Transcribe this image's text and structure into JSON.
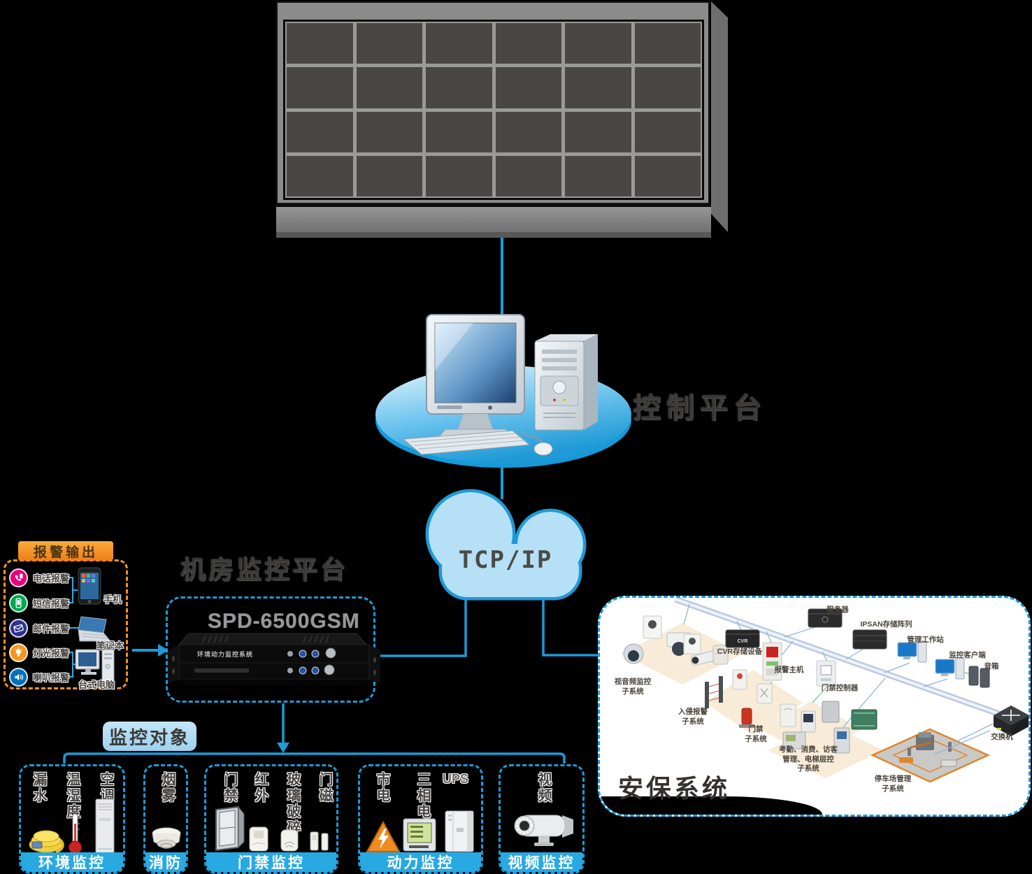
{
  "colors": {
    "line_blue": "#1e9ad6",
    "banner_blue": "#29a9e1",
    "orange": "#f7941d",
    "cloud_fill": "#b5e0f5",
    "panel_bg": "#ffffff"
  },
  "video_wall": {
    "cols": 6,
    "rows": 4
  },
  "control_platform": {
    "label": "控制平台"
  },
  "network": {
    "cloud_label": "TCP/IP"
  },
  "alarm_output": {
    "header": "报警输出",
    "alarms": [
      {
        "label": "电话报警",
        "color": "#e5007d"
      },
      {
        "label": "短信报警",
        "color": "#00a651"
      },
      {
        "label": "邮件报警",
        "color": "#2e3192"
      },
      {
        "label": "灯光报警",
        "color": "#f7941d"
      },
      {
        "label": "喇叭报警",
        "color": "#0071bc"
      }
    ],
    "devices": [
      {
        "label": "手机"
      },
      {
        "label": "笔记本"
      },
      {
        "label": "台式电脑"
      }
    ]
  },
  "room_platform": {
    "title": "机房监控平台",
    "model": "SPD-6500GSM",
    "panel_text": "环境动力监控系统"
  },
  "monitor_objects": {
    "label": "监控对象",
    "groups": [
      {
        "name": "环境监控",
        "items": [
          "漏水",
          "温湿度",
          "空调"
        ]
      },
      {
        "name": "消防",
        "items": [
          "烟雾"
        ]
      },
      {
        "name": "门禁监控",
        "items": [
          "门禁",
          "红外",
          "玻璃破碎",
          "门磁"
        ]
      },
      {
        "name": "动力监控",
        "items": [
          "市电",
          "三相电",
          "UPS"
        ]
      },
      {
        "name": "视频监控",
        "items": [
          "视频"
        ]
      }
    ]
  },
  "security_system": {
    "title": "安保系统",
    "cvr_badge": "CVR",
    "nodes": {
      "av": "视音频监控\n子系统",
      "intrusion": "入侵报警\n子系统",
      "access": "门禁\n子系统",
      "cvr": "CVR存储设备",
      "alarm_host": "报警主机",
      "server": "服务器",
      "ipsan": "IPSAN存储阵列",
      "workstation": "管理工作站",
      "client": "监控客户端",
      "speaker": "音箱",
      "access_controller": "门禁控制器",
      "attendance": "考勤、消费、访客\n管理、电梯层控\n子系统",
      "parking": "停车场管理\n子系统",
      "switch": "交换机"
    }
  }
}
